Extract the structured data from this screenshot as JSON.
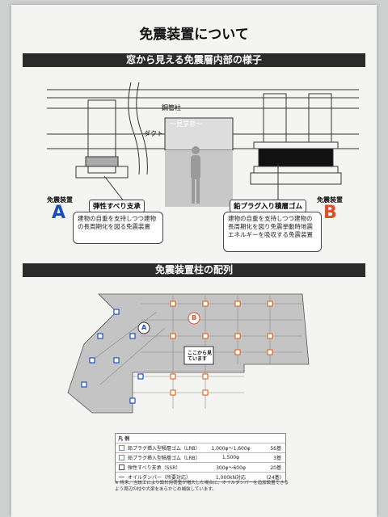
{
  "title": "免震装置について",
  "section1": "窓から見える免震層内部の様子",
  "section2": "免震装置柱の配列",
  "labels": {
    "pipe": "鋼管柱",
    "duct": "ダクト",
    "window": "～見学窓～"
  },
  "deviceA": {
    "tag": "免震装置",
    "letter": "A",
    "heading": "弾性すべり支承",
    "body": "建物の自重を支持しつつ建物の長周期化を図る免震装置"
  },
  "deviceB": {
    "tag": "免震装置",
    "letter": "B",
    "heading": "鉛プラグ入り積層ゴム",
    "body": "建物の自重を支持しつつ建物の長周期化を図り免震挙動時地震エネルギーを吸収する免震装置"
  },
  "plan": {
    "markerA": "A",
    "markerB": "B",
    "here": "ここから見ています"
  },
  "legend": {
    "heading": "凡 例",
    "rows": [
      {
        "name": "鉛プラグ挿入型積層ゴム（LRB）",
        "size": "1,000φ～1,600φ",
        "count": "56基",
        "color": "#e07030"
      },
      {
        "name": "鉛プラグ挿入型積層ゴム（LRB）",
        "size": "1,500φ",
        "count": "3基",
        "color": "#e07030"
      },
      {
        "name": "弾性すべり支承（SSR）",
        "size": "300φ～600φ",
        "count": "20基",
        "color": "#2050c0"
      },
      {
        "name": "オイルダンパー（所要対応）",
        "size": "1,000kN対応",
        "count": "(24基)",
        "color": "#666666"
      }
    ]
  },
  "note": "※ 将来、当該工により設計用荷重が増大した場合に、オイルダンパーを追加設置できるよう周辺の柱や大梁をあらかじめ補強しています。"
}
